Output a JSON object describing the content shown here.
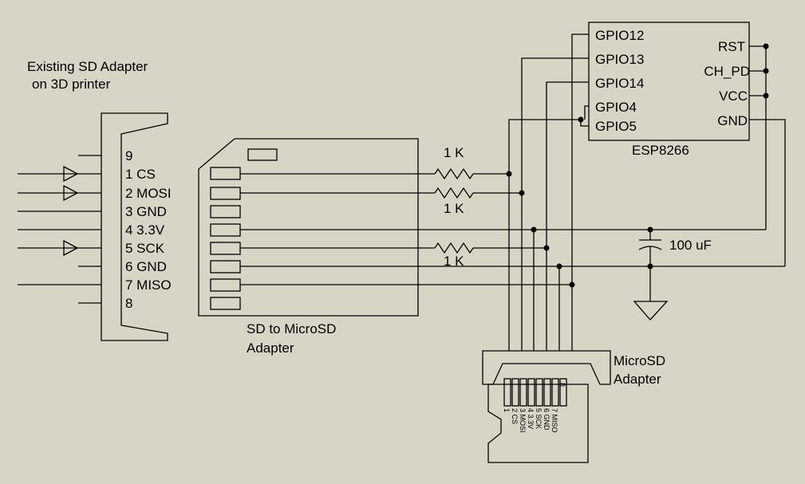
{
  "colors": {
    "background": "#d8d4c6",
    "line": "#000000",
    "component_fill": "#ffffff"
  },
  "sd_adapter": {
    "title_line1": "Existing SD Adapter",
    "title_line2": "on 3D printer",
    "pins": [
      "9",
      "1 CS",
      "2 MOSI",
      "3 GND",
      "4 3.3V",
      "5 SCK",
      "6 GND",
      "7 MISO",
      "8"
    ]
  },
  "sd_to_microsd": {
    "label_line1": "SD to MicroSD",
    "label_line2": "Adapter"
  },
  "resistors": {
    "r1": "1 K",
    "r2": "1 K",
    "r3": "1 K"
  },
  "capacitor": {
    "value": "100 uF"
  },
  "esp8266": {
    "name": "ESP8266",
    "left_pins": [
      "GPIO12",
      "GPIO13",
      "GPIO14",
      "GPIO4",
      "GPIO5"
    ],
    "right_pins": [
      "RST",
      "CH_PD",
      "VCC",
      "GND"
    ]
  },
  "microsd": {
    "label_line1": "MicroSD",
    "label_line2": "Adapter",
    "pin_labels": [
      "1",
      "2 CS",
      "3 MOSI",
      "4 3.3V",
      "5 SCK",
      "6 GND",
      "7 MISO",
      "8"
    ]
  }
}
